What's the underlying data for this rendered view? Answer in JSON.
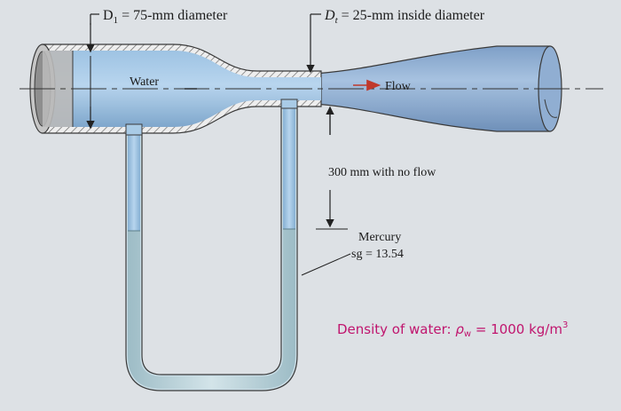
{
  "labels": {
    "d1": "D",
    "d1_sub": "1",
    "d1_rest": " = 75-mm diameter",
    "dt": "D",
    "dt_sub": "t",
    "dt_rest": " = 25-mm inside diameter",
    "water": "Water",
    "flow": "Flow",
    "no_flow": "300 mm with no flow",
    "mercury": "Mercury",
    "sg": "sg = 13.54",
    "density_prefix": "Density of water: ",
    "density_symbol": "ρ",
    "density_sub": "w",
    "density_eq": " = 1000 kg/m",
    "density_exp": "3"
  },
  "colors": {
    "background": "#dde1e5",
    "water": "#a9cbe6",
    "water_dark": "#7fa9cc",
    "pipe_right": "#8fb2d8",
    "mercury": "#b9d2d9",
    "mercury_dark": "#8eb0ba",
    "outline": "#3a3a3a",
    "density_text": "#c0156e"
  }
}
